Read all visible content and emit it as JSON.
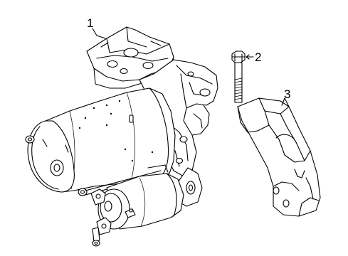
{
  "callouts": [
    {
      "id": "1",
      "label": "1"
    },
    {
      "id": "2",
      "label": "2"
    },
    {
      "id": "3",
      "label": "3"
    }
  ],
  "parts": {
    "starter_motor": "starter-motor-assembly",
    "mounting_bolt": "mounting-bolt",
    "mounting_bracket": "mounting-bracket"
  }
}
